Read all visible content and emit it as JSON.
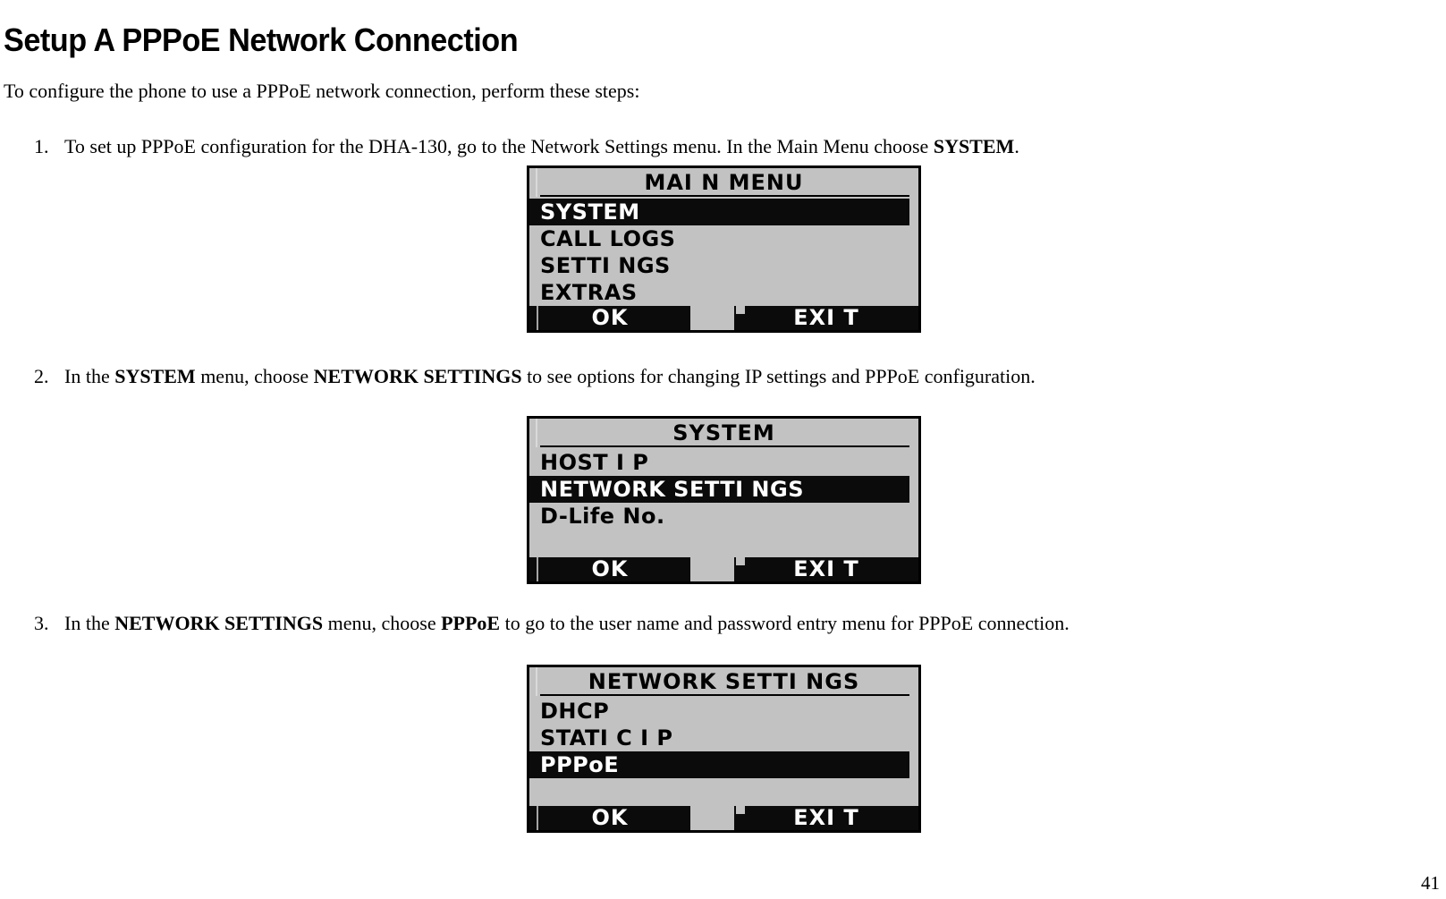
{
  "heading": "Setup A PPPoE Network Connection",
  "intro": "To configure the phone to use a PPPoE network connection, perform these steps:",
  "steps": [
    {
      "num": "1.",
      "segments": [
        {
          "text": "To set up PPPoE configuration for the DHA-130, go to the Network Settings menu. In the Main Menu choose ",
          "bold": false
        },
        {
          "text": "SYSTEM",
          "bold": true
        },
        {
          "text": ".",
          "bold": false
        }
      ]
    },
    {
      "num": "2.",
      "segments": [
        {
          "text": "In the ",
          "bold": false
        },
        {
          "text": "SYSTEM",
          "bold": true
        },
        {
          "text": " menu, choose ",
          "bold": false
        },
        {
          "text": "NETWORK SETTINGS",
          "bold": true
        },
        {
          "text": " to see options for changing IP settings and PPPoE configuration.",
          "bold": false
        }
      ]
    },
    {
      "num": "3.",
      "segments": [
        {
          "text": "In the ",
          "bold": false
        },
        {
          "text": "NETWORK SETTINGS",
          "bold": true
        },
        {
          "text": " menu, choose ",
          "bold": false
        },
        {
          "text": "PPPoE",
          "bold": true
        },
        {
          "text": " to go to the user name and password entry menu for PPPoE connection.",
          "bold": false
        }
      ]
    }
  ],
  "screens": [
    {
      "title": "MAI N MENU",
      "items": [
        {
          "label": "SYSTEM",
          "selected": true
        },
        {
          "label": "CALL LOGS",
          "selected": false
        },
        {
          "label": "SETTI NGS",
          "selected": false
        },
        {
          "label": "EXTRAS",
          "selected": false
        }
      ],
      "softkeys": {
        "left": "OK",
        "right": "EXI T"
      }
    },
    {
      "title": "SYSTEM",
      "items": [
        {
          "label": "HOST I P",
          "selected": false
        },
        {
          "label": "NETWORK SETTI NGS",
          "selected": true
        },
        {
          "label": "D-Life No.",
          "selected": false
        }
      ],
      "softkeys": {
        "left": "OK",
        "right": "EXI T"
      }
    },
    {
      "title": "NETWORK SETTI NGS",
      "items": [
        {
          "label": "DHCP",
          "selected": false
        },
        {
          "label": "STATI C I P",
          "selected": false
        },
        {
          "label": "PPPoE",
          "selected": true
        }
      ],
      "softkeys": {
        "left": "OK",
        "right": "EXI T"
      }
    }
  ],
  "page": {
    "number": "41"
  },
  "colors": {
    "screen_bg": "#c2c2c2",
    "screen_fg": "#000000",
    "highlight_bg": "#0b0b0b",
    "highlight_fg": "#ffffff",
    "softkey_bg": "#0b0b0b",
    "softkey_fg": "#ffffff",
    "page_bg": "#ffffff",
    "text": "#000000"
  }
}
